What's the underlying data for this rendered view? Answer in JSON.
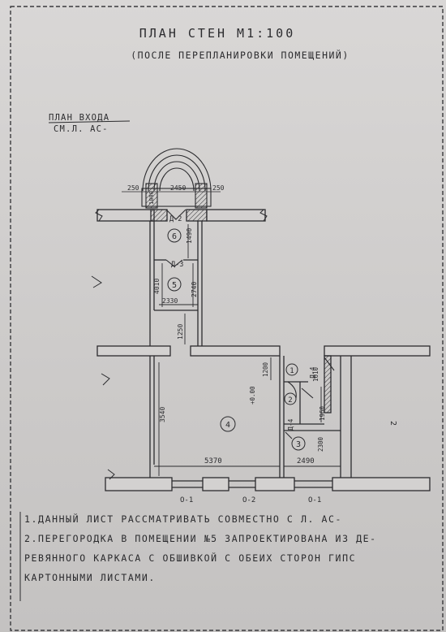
{
  "title": "ПЛАН СТЕН М1:100",
  "subtitle": "(ПОСЛЕ ПЕРЕПЛАНИРОВКИ ПОМЕЩЕНИЙ)",
  "entry_plan": {
    "heading": "ПЛАН ВХОДА",
    "reference": "СМ.Л. АС-"
  },
  "dims": {
    "porch_left": "250",
    "porch_middle": "2450",
    "porch_right": "250",
    "porch_depth": "1000",
    "room6_depth": "1490",
    "left_wall": "4010",
    "room5_depth": "2740",
    "corridor_width": "2330",
    "opening": "1250",
    "room4_height": "3540",
    "room4_width": "5370",
    "room3_width": "2490",
    "room1_height": "1200",
    "room2_width": "1610",
    "room2_height": "1960",
    "room3_height": "2300"
  },
  "rooms": {
    "r1": "1",
    "r2": "2",
    "r3": "3",
    "r4": "4",
    "r5": "5",
    "r6": "6"
  },
  "doors": {
    "d2": "Д-2",
    "d3": "Д-3",
    "d4a": "Д-4",
    "d4b": "Д-4"
  },
  "windows": {
    "w1": "О-1",
    "w2": "О-2",
    "w3": "О-1"
  },
  "level": "+0.00",
  "side_mark": "2",
  "notes": [
    "1.ДАННЫЙ ЛИСТ РАССМАТРИВАТЬ СОВМЕСТНО С Л. АС-",
    "2.ПЕРЕГОРОДКА В ПОМЕЩЕНИИ №5 ЗАПРОЕКТИРОВАНА ИЗ ДЕ-",
    "РЕВЯННОГО КАРКАСА С ОБШИВКОЙ С ОБЕИХ СТОРОН ГИПС",
    "КАРТОННЫМИ ЛИСТАМИ."
  ],
  "colors": {
    "ink": "#2b2b2e",
    "paper": "#d3d1d0"
  }
}
